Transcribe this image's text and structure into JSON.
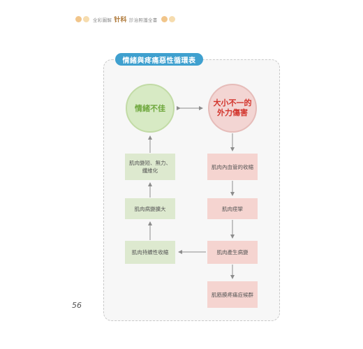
{
  "header": {
    "prefix": "全彩圖解",
    "emphasis": "针科",
    "suffix": "診治照護全書"
  },
  "diagram": {
    "title": "情緒與疼痛惡性循環表",
    "left_circle": "情緒不佳",
    "right_circle_line1": "大小不一的",
    "right_circle_line2": "外力傷害",
    "left_boxes": [
      "肌肉變短、無力、纖維化",
      "肌肉病變擴大",
      "肌肉持續性收縮"
    ],
    "right_boxes": [
      "肌肉內血管的收縮",
      "肌肉痙攣",
      "肌肉產生病變",
      "肌筋膜疼痛症候群"
    ]
  },
  "colors": {
    "title_bg": "#3fa0cf",
    "green_text": "#6fa83e",
    "red_text": "#d2332b",
    "green_box": "#dde9cf",
    "pink_box": "#f5d4d0"
  },
  "page": {
    "number": "56"
  }
}
